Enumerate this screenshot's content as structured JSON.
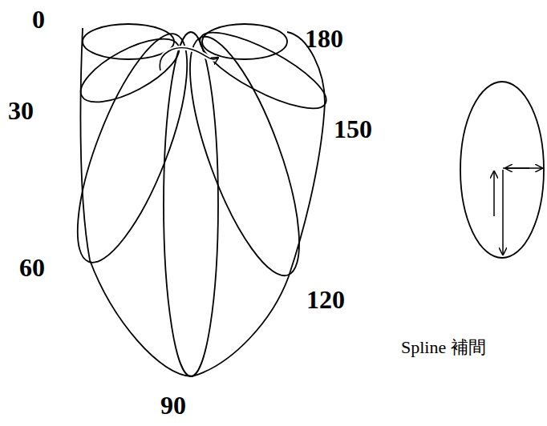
{
  "diagram": {
    "labels": [
      "0",
      "180",
      "30",
      "150",
      "60",
      "120",
      "90",
      "Spline 補間"
    ]
  }
}
